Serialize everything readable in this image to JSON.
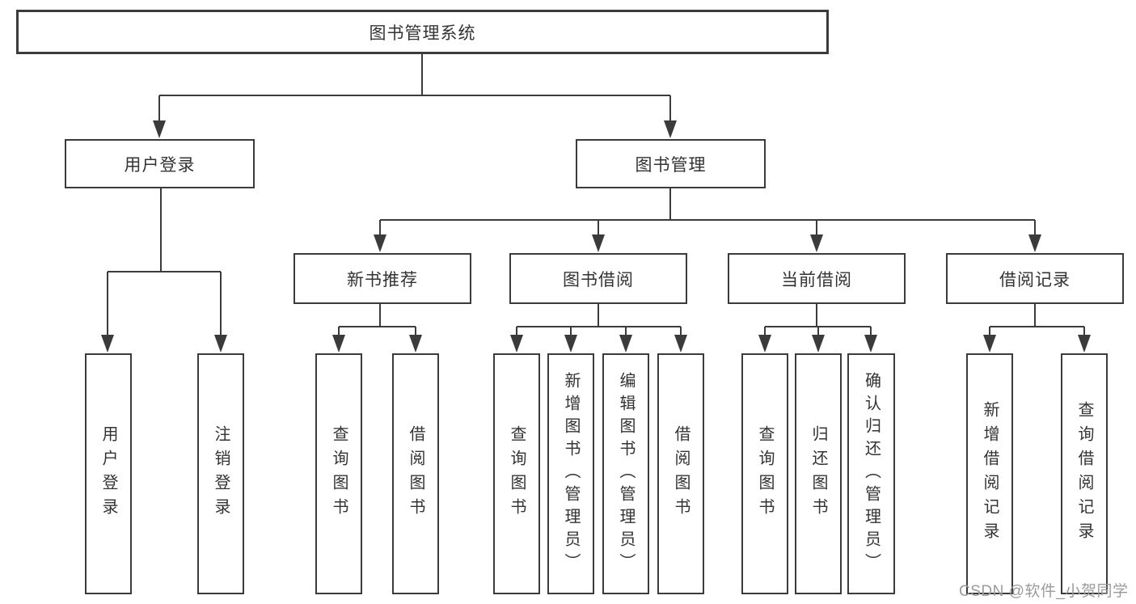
{
  "nodes": {
    "root": "图书管理系统",
    "login": "用户登录",
    "management": "图书管理",
    "recommend": "新书推荐",
    "borrow": "图书借阅",
    "current": "当前借阅",
    "records": "借阅记录",
    "login_user": "用户登录",
    "login_logout": "注销登录",
    "rec_query": "查询图书",
    "rec_borrow": "借阅图书",
    "bor_query": "查询图书",
    "bor_add": "新增图书（管理员）",
    "bor_edit": "编辑图书（管理员）",
    "bor_borrow": "借阅图书",
    "cur_query": "查询图书",
    "cur_return": "归还图书",
    "cur_confirm": "确认归还（管理员）",
    "rcd_add": "新增借阅记录",
    "rcd_query": "查询借阅记录"
  },
  "hierarchy": {
    "图书管理系统": [
      "用户登录",
      "图书管理"
    ],
    "用户登录": [
      "用户登录",
      "注销登录"
    ],
    "图书管理": [
      "新书推荐",
      "图书借阅",
      "当前借阅",
      "借阅记录"
    ],
    "新书推荐": [
      "查询图书",
      "借阅图书"
    ],
    "图书借阅": [
      "查询图书",
      "新增图书（管理员）",
      "编辑图书（管理员）",
      "借阅图书"
    ],
    "当前借阅": [
      "查询图书",
      "归还图书",
      "确认归还（管理员）"
    ],
    "借阅记录": [
      "新增借阅记录",
      "查询借阅记录"
    ]
  },
  "watermark": "CSDN @软件_小贺同学",
  "colors": {
    "background": "#ffffff",
    "line": "#3b3b3b",
    "box_border": "#3b3b3b",
    "text": "#333333",
    "watermark": "#9b9b9b"
  }
}
